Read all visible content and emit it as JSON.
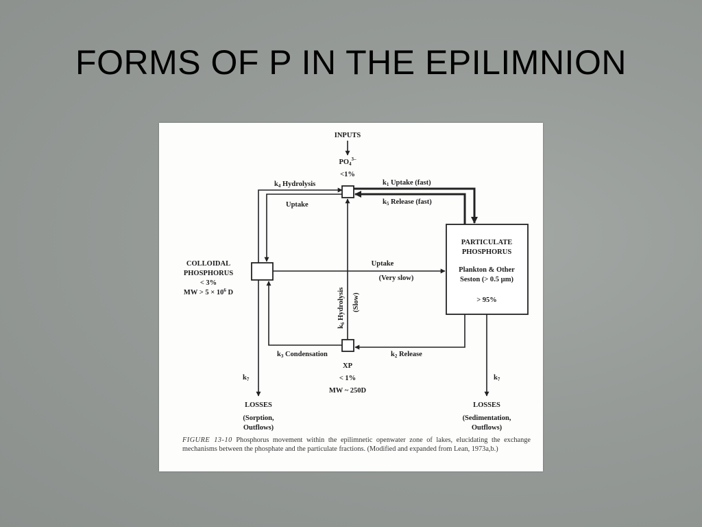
{
  "slide": {
    "title": "FORMS OF P IN THE EPILIMNION"
  },
  "figure": {
    "inputs": "INPUTS",
    "po4": {
      "base": "PO",
      "sub": "4",
      "sup": "3–"
    },
    "po4_pct": "<1%",
    "k4": {
      "k": "k",
      "n": "4",
      "text": " Hydrolysis"
    },
    "uptake_left": "Uptake",
    "k1": {
      "k": "k",
      "n": "1",
      "text": " Uptake (fast)"
    },
    "k5": {
      "k": "k",
      "n": "5",
      "text": " Release (fast)"
    },
    "particulate": {
      "line1": "PARTICULATE",
      "line2": "PHOSPHORUS",
      "line3": "Plankton & Other",
      "line4": "Seston (> 0.5 µm)",
      "pct": "> 95%"
    },
    "colloidal": {
      "line1": "COLLOIDAL",
      "line2": "PHOSPHORUS",
      "line3": "< 3%",
      "line4_pre": "MW > 5 × 10",
      "line4_sup": "6",
      "line4_post": " D"
    },
    "uptake_mid": "Uptake",
    "very_slow": "(Very slow)",
    "k6": {
      "k": "k",
      "n": "6",
      "text": " Hydrolysis"
    },
    "slow": "(Slow)",
    "k3": {
      "k": "k",
      "n": "3",
      "text": " Condensation"
    },
    "k2": {
      "k": "k",
      "n": "2",
      "text": " Release"
    },
    "xp": {
      "name": "XP",
      "pct": "< 1%",
      "mw": "MW ~ 250D"
    },
    "k7_left": {
      "k": "k",
      "n": "7"
    },
    "k7_right": {
      "k": "k",
      "n": "7"
    },
    "losses_left": {
      "title": "LOSSES",
      "line1": "(Sorption,",
      "line2": "Outflows)"
    },
    "losses_right": {
      "title": "LOSSES",
      "line1": "(Sedimentation,",
      "line2": "Outflows)"
    },
    "caption": {
      "label": "FIGURE 13-10",
      "text": "Phosphorus movement within the epilimnetic openwater zone of lakes, elucidating the exchange mechanisms between the phosphate and the particulate fractions. (Modified and expanded from Lean, 1973a,b.)"
    }
  }
}
